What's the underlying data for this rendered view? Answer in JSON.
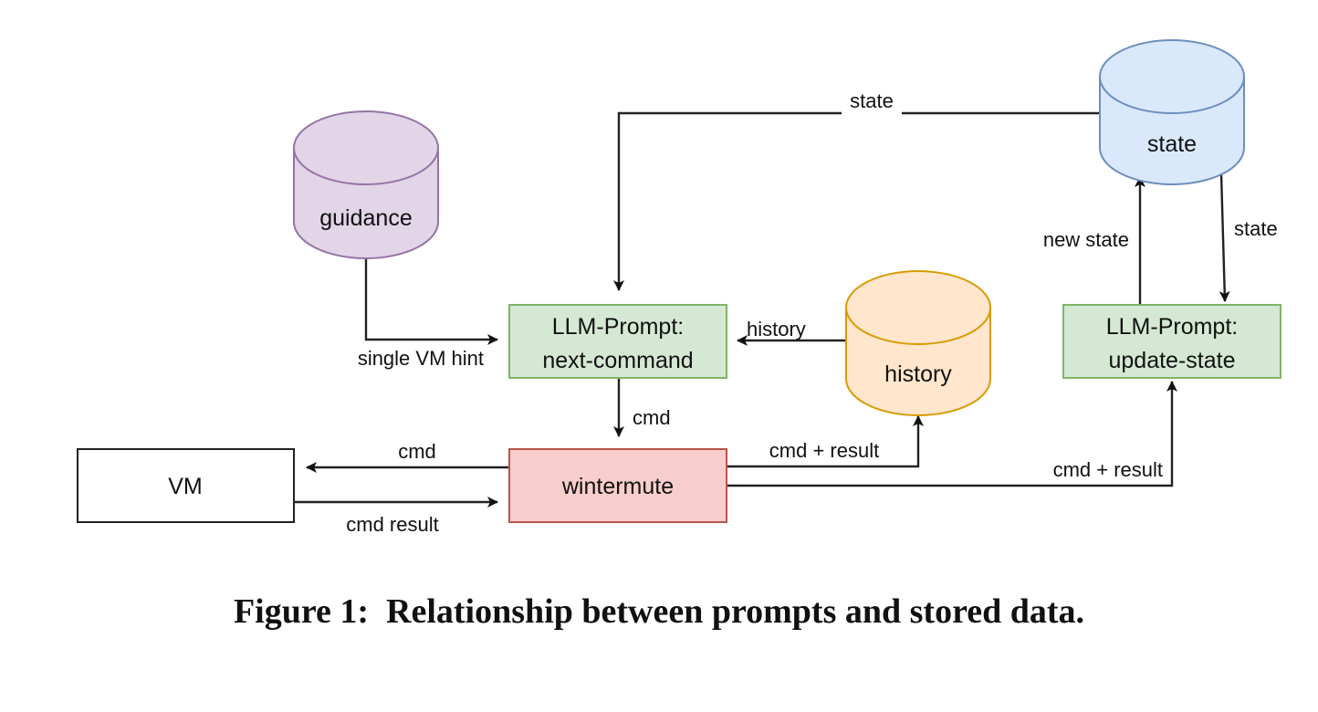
{
  "caption": "Figure 1:  Relationship between prompts and stored data.",
  "colors": {
    "guidance_fill": "#e1d5e7",
    "guidance_stroke": "#9673a6",
    "state_fill": "#dae8fc",
    "state_stroke": "#6c8ebf",
    "history_fill": "#ffe6cc",
    "history_stroke": "#d79b00",
    "prompt_fill": "#d5e8d4",
    "prompt_stroke": "#82b366",
    "wintermute_fill": "#f8cecc",
    "wintermute_stroke": "#b85450",
    "vm_fill": "#ffffff",
    "vm_stroke": "#222222"
  },
  "nodes": {
    "guidance": "guidance",
    "state": "state",
    "history": "history",
    "next_command": [
      "LLM-Prompt:",
      "next-command"
    ],
    "update_state": [
      "LLM-Prompt:",
      "update-state"
    ],
    "wintermute": "wintermute",
    "vm": "VM"
  },
  "edges": {
    "state_to_next_command": "state",
    "guidance_to_next_command": "single VM hint",
    "history_to_next_command": "history",
    "next_command_to_wintermute": "cmd",
    "wintermute_to_vm": "cmd",
    "vm_to_wintermute": "cmd result",
    "wintermute_to_history": "cmd + result",
    "wintermute_to_update_state": "cmd + result",
    "update_state_to_state": "new state",
    "state_to_update_state": "state"
  }
}
